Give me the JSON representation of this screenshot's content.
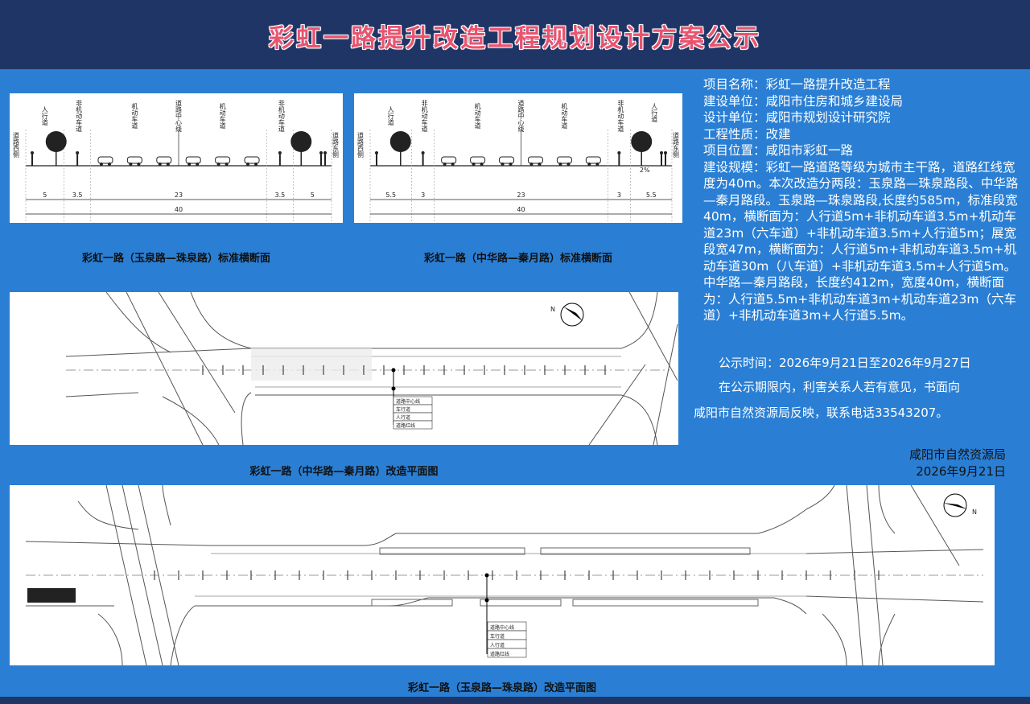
{
  "title": "彩虹一路提升改造工程规划设计方案公示",
  "sections": {
    "section1_caption": "彩虹一路（玉泉路—珠泉路）标准横断面",
    "section2_caption": "彩虹一路（中华路—秦月路）标准横断面",
    "plan1_caption": "彩虹一路（中华路—秦月路）改造平面图",
    "plan2_caption": "彩虹一路（玉泉路—珠泉路）改造平面图",
    "s1_labels": {
      "west": "道路西侧",
      "east": "道路东侧",
      "sidewalk": "人行道",
      "nonmotor_l": "非机动车道",
      "motor_l": "机动车道",
      "center": "道路中心线",
      "motor_r": "机动车道",
      "nonmotor_r": "非机动车道",
      "dims": [
        "5",
        "3.5",
        "23",
        "3.5",
        "5"
      ],
      "total": "40"
    },
    "s2_labels": {
      "west": "道路西侧",
      "east": "道路东侧",
      "sidewalk_l": "人行道",
      "nonmotor_l": "非机动车道",
      "motor_l": "机动车道",
      "center": "道路中心线",
      "motor_r": "机动车道",
      "nonmotor_r": "非机动车道",
      "sidewalk_r": "人行道",
      "dims": [
        "5.5",
        "3",
        "23",
        "3",
        "5.5"
      ],
      "total": "40",
      "slope": "2%"
    },
    "legend": [
      "道路中心线",
      "车行道",
      "人行道",
      "道路红线"
    ]
  },
  "info": {
    "project_name": "项目名称：彩虹一路提升改造工程",
    "builder": "建设单位：咸阳市住房和城乡建设局",
    "designer": "设计单位：咸阳市规划设计研究院",
    "nature": "工程性质：改建",
    "location": "项目位置：咸阳市彩虹一路",
    "scale": "建设规模：彩虹一路道路等级为城市主干路，道路红线宽度为40m。本次改造分两段：玉泉路—珠泉路段、中华路—秦月路段。玉泉路—珠泉路段,长度约585m，标准段宽40m，横断面为：人行道5m+非机动车道3.5m+机动车道23m（六车道）+非机动车道3.5m+人行道5m；展宽段宽47m，横断面为：人行道5m+非机动车道3.5m+机动车道30m（八车道）+非机动车道3.5m+人行道5m。中华路—秦月路段，长度约412m，宽度40m，横断面为：人行道5.5m+非机动车道3m+机动车道23m（六车道）+非机动车道3m+人行道5.5m。"
  },
  "notice": {
    "period": "公示时间：2026年9月21日至2026年9月27日",
    "text1": "在公示期限内，利害关系人若有意见，书面向",
    "text2": "咸阳市自然资源局反映，联系电话33543207。"
  },
  "signoff": {
    "org": "咸阳市自然资源局",
    "date": "2026年9月21日"
  },
  "colors": {
    "header_bg": "#1e3566",
    "page_bg": "#2a7fd4",
    "title": "#e8546f"
  }
}
